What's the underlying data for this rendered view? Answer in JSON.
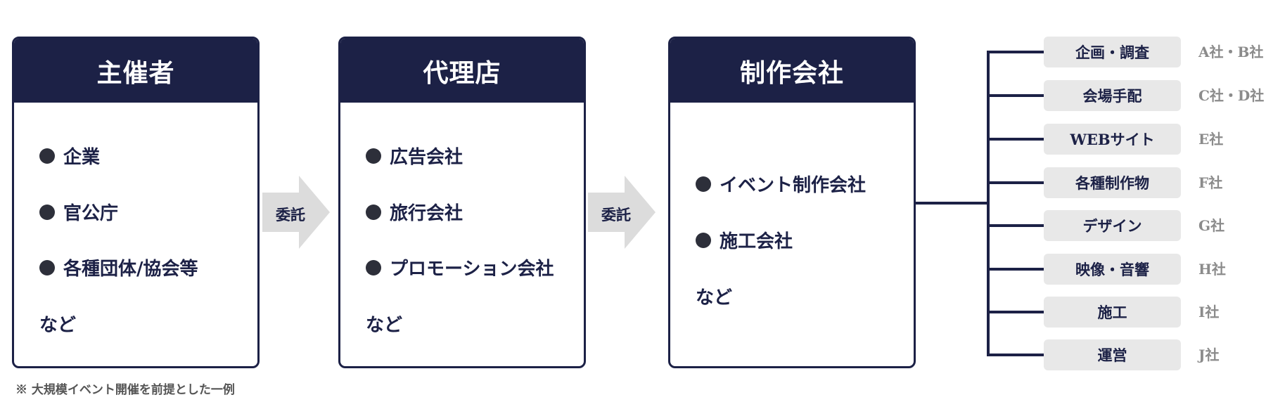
{
  "cards": [
    {
      "title": "主催者",
      "items": [
        "企業",
        "官公庁",
        "各種団体/協会等"
      ],
      "note": "など"
    },
    {
      "title": "代理店",
      "items": [
        "広告会社",
        "旅行会社",
        "プロモーション会社"
      ],
      "note": "など"
    },
    {
      "title": "制作会社",
      "items": [
        "イベント制作会社",
        "施工会社"
      ],
      "note": "など"
    }
  ],
  "arrows": [
    {
      "label": "委託"
    },
    {
      "label": "委託"
    }
  ],
  "branches": [
    {
      "task": "企画・調査",
      "company": "A社・B社"
    },
    {
      "task": "会場手配",
      "company": "C社・D社"
    },
    {
      "task": "WEBサイト",
      "company": "E社"
    },
    {
      "task": "各種制作物",
      "company": "F社"
    },
    {
      "task": "デザイン",
      "company": "G社"
    },
    {
      "task": "映像・音響",
      "company": "H社"
    },
    {
      "task": "施工",
      "company": "I社"
    },
    {
      "task": "運営",
      "company": "J社"
    }
  ],
  "footnote": "※ 大規模イベント開催を前提とした一例",
  "colors": {
    "navy": "#1c2146",
    "pill": "#e8e8e8",
    "arrow": "#dcdcdc",
    "company": "#8b8b8b"
  }
}
